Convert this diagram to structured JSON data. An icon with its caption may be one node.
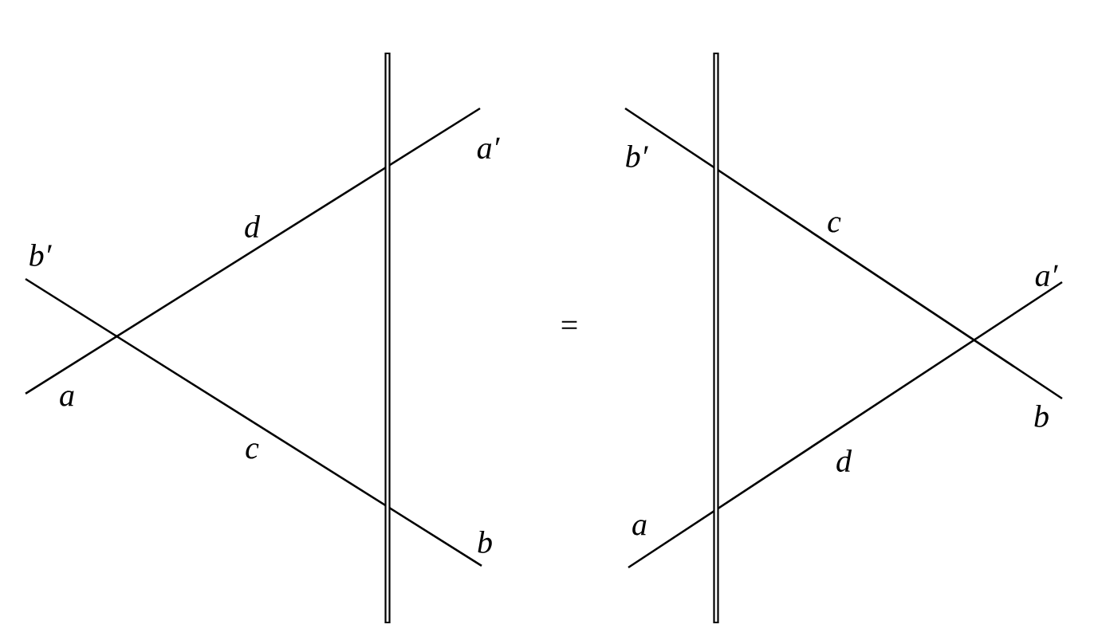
{
  "diagram": {
    "labels": [
      "b′",
      "d",
      "a′",
      "a",
      "c",
      "b",
      "=",
      "b′",
      "c",
      "a′",
      "b",
      "d",
      "a"
    ]
  }
}
